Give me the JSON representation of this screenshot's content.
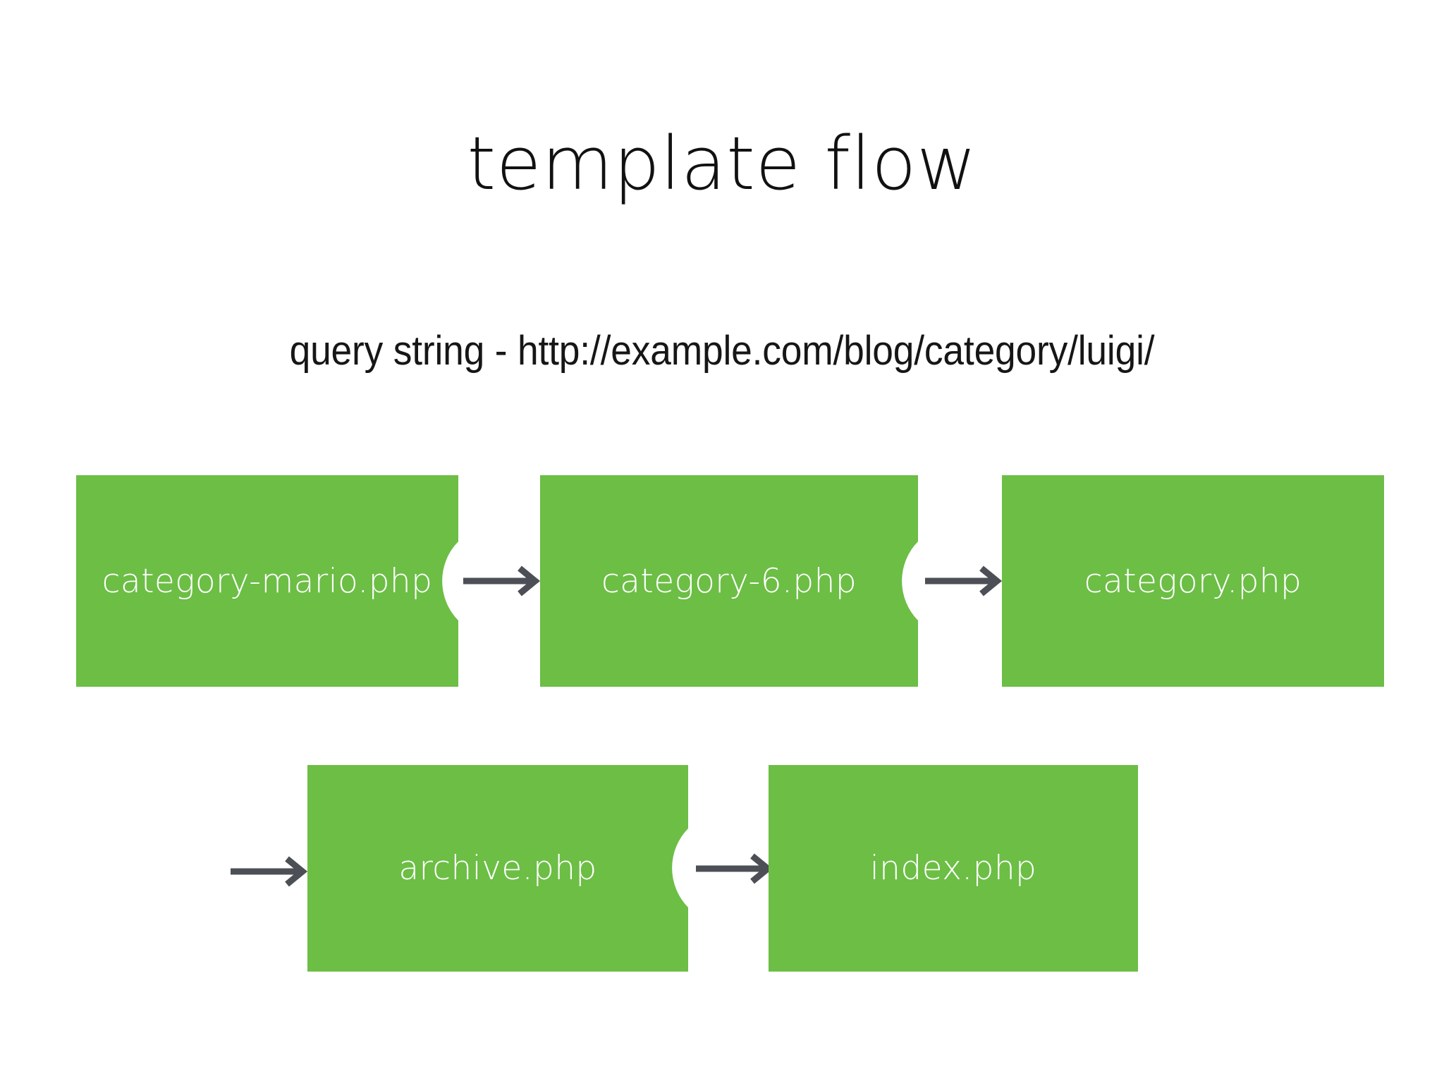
{
  "slide": {
    "title": "template flow",
    "subtitle": "query string - http://example.com/blog/category/luigi/",
    "background_color": "#ffffff"
  },
  "theme": {
    "node_fill": "#6cbe45",
    "node_text_color": "#ffffff",
    "arrow_color": "#4d4f56",
    "title_color": "#111111"
  },
  "diagram": {
    "type": "flowchart",
    "direction": "left-to-right, wrapping to second row",
    "nodes": [
      {
        "id": "category-mario",
        "label": "category-mario.php",
        "row": 1,
        "order": 1,
        "notch_left": false,
        "notch_right": true
      },
      {
        "id": "category-6",
        "label": "category-6.php",
        "row": 1,
        "order": 2,
        "notch_left": true,
        "notch_right": true
      },
      {
        "id": "category",
        "label": "category.php",
        "row": 1,
        "order": 3,
        "notch_left": true,
        "notch_right": false
      },
      {
        "id": "archive",
        "label": "archive.php",
        "row": 2,
        "order": 4,
        "notch_left": true,
        "notch_right": true
      },
      {
        "id": "index",
        "label": "index.php",
        "row": 2,
        "order": 5,
        "notch_left": true,
        "notch_right": false
      }
    ],
    "arrows": [
      {
        "id": "arrow-1",
        "from": "category-mario",
        "to": "category-6",
        "glyph": "arrow-right-icon"
      },
      {
        "id": "arrow-2",
        "from": "category-6",
        "to": "category",
        "glyph": "arrow-right-icon"
      },
      {
        "id": "arrow-3",
        "from": "category",
        "to": "archive",
        "glyph": "arrow-right-icon"
      },
      {
        "id": "arrow-4",
        "from": "archive",
        "to": "index",
        "glyph": "arrow-right-icon"
      }
    ]
  }
}
